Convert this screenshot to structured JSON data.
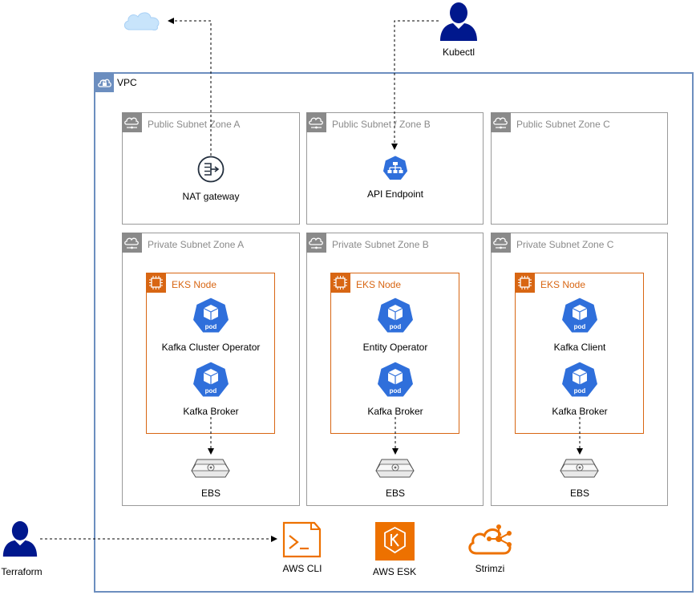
{
  "vpc": {
    "label": "VPC"
  },
  "actors": {
    "kubectl": "Kubectl",
    "terraform": "Terraform"
  },
  "public_subnets": [
    {
      "label": "Public Subnet Zone A",
      "resource": "NAT gateway",
      "icon": "nat-gateway-icon"
    },
    {
      "label": "Public Subnet / Zone B",
      "resource": "API Endpoint",
      "icon": "load-balancer-icon"
    },
    {
      "label": "Public Subnet Zone C"
    }
  ],
  "private_subnets": [
    {
      "label": "Private Subnet Zone A",
      "eks_label": "EKS Node",
      "pods": [
        {
          "icon_text": "pod",
          "label": "Kafka Cluster Operator"
        },
        {
          "icon_text": "pod",
          "label": "Kafka Broker"
        }
      ],
      "storage": "EBS"
    },
    {
      "label": "Private Subnet Zone B",
      "eks_label": "EKS Node",
      "pods": [
        {
          "icon_text": "pod",
          "label": "Entity Operator"
        },
        {
          "icon_text": "pod",
          "label": "Kafka Broker"
        }
      ],
      "storage": "EBS"
    },
    {
      "label": "Private Subnet Zone C",
      "eks_label": "EKS Node",
      "pods": [
        {
          "icon_text": "pod",
          "label": "Kafka Client"
        },
        {
          "icon_text": "pod",
          "label": "Kafka Broker"
        }
      ],
      "storage": "EBS"
    }
  ],
  "tools": [
    {
      "label": "AWS CLI",
      "icon": "terminal-icon"
    },
    {
      "label": "AWS ESK",
      "icon": "eks-icon"
    },
    {
      "label": "Strimzi",
      "icon": "strimzi-cloud-icon"
    }
  ],
  "internet": {
    "icon": "cloud-icon"
  },
  "colors": {
    "vpc_border": "#6c8ebf",
    "subnet_border": "#9a9a9a",
    "eks_orange": "#d86613",
    "pod_blue": "#2f6fdb",
    "actor_navy": "#00188d",
    "aws_orange": "#ed7100"
  }
}
